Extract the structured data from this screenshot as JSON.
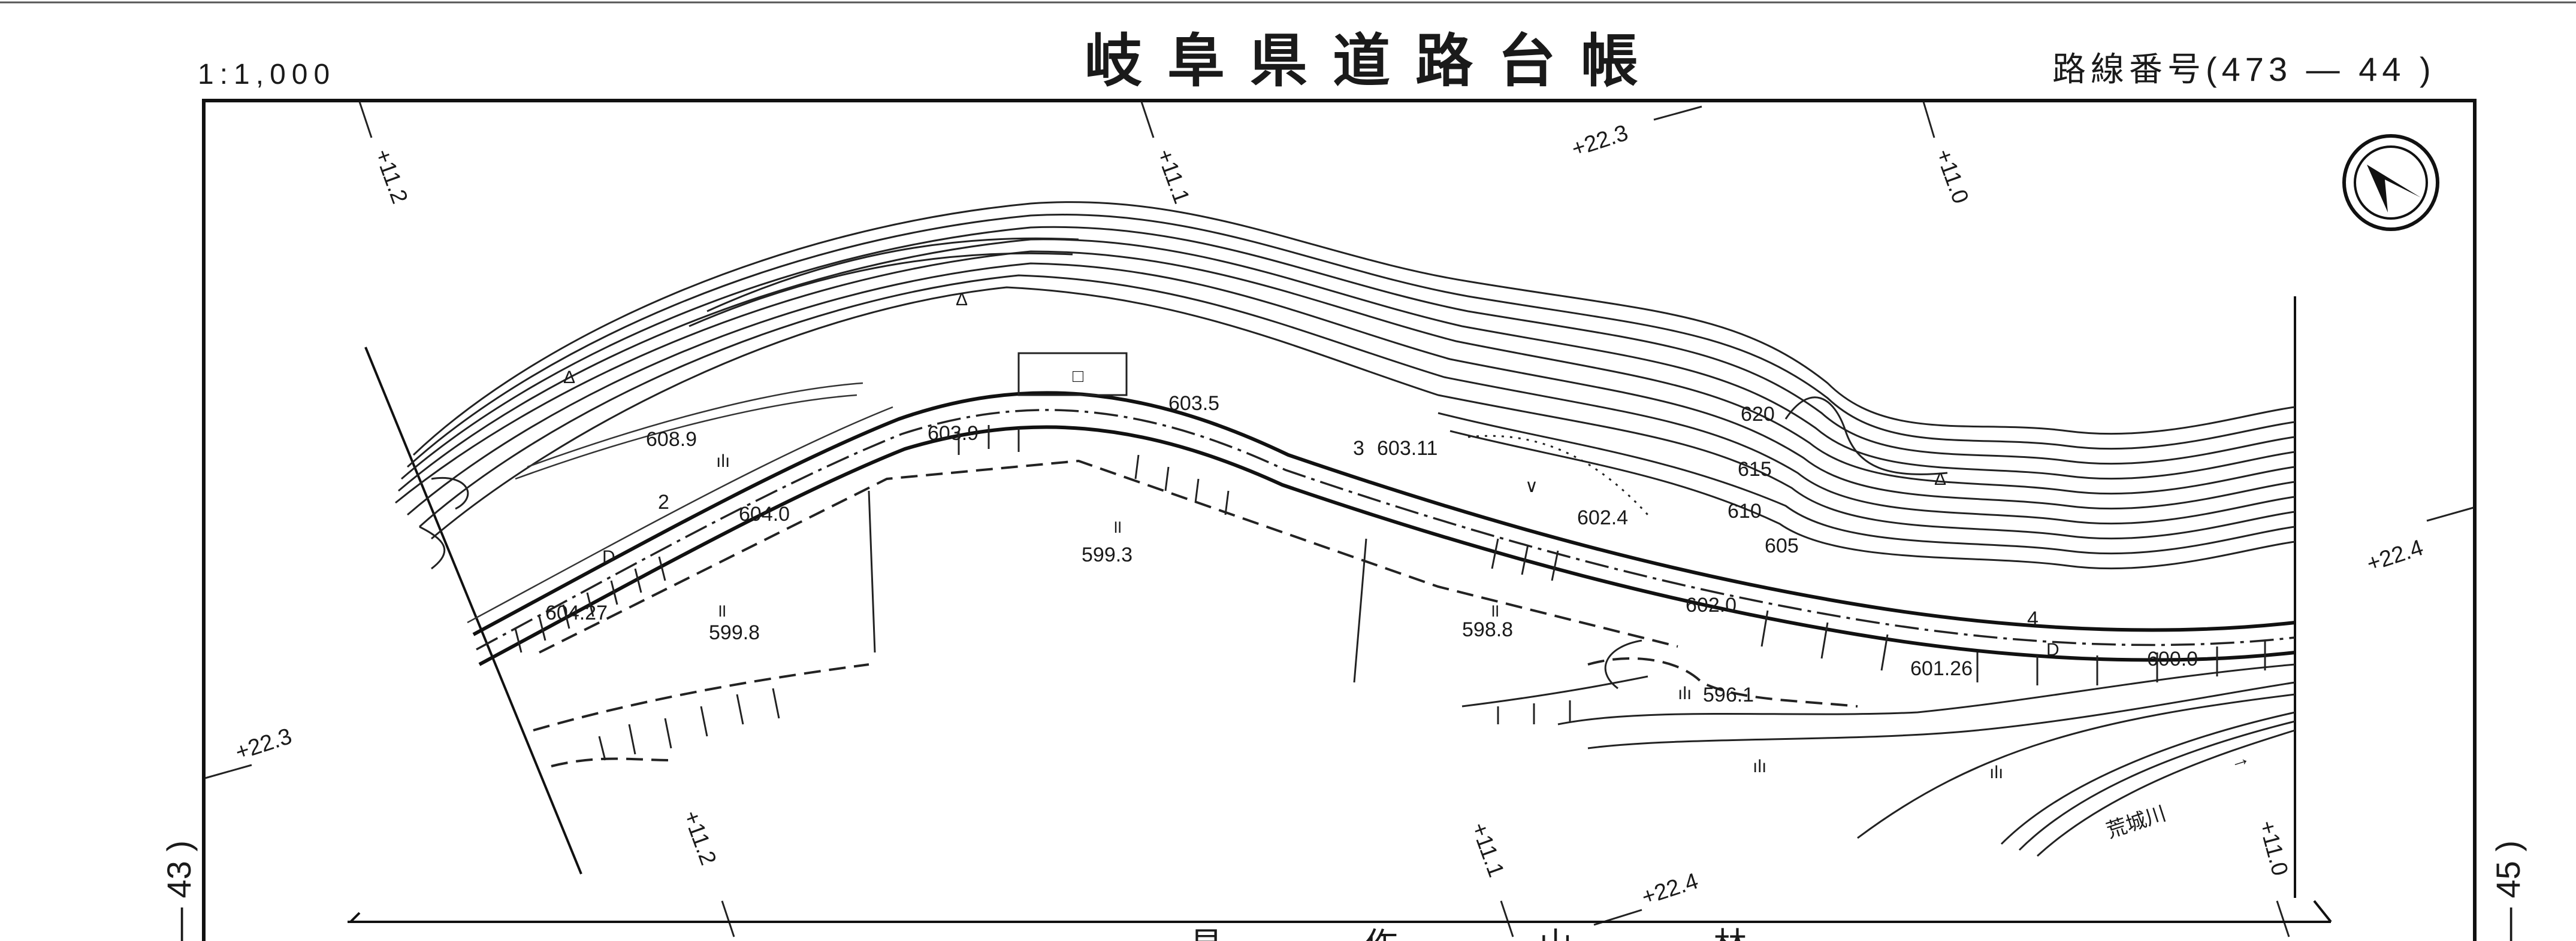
{
  "header": {
    "title": "岐阜県道路台帳",
    "scale": "1:1,000",
    "route_label": "路線番号(473 — 44 )"
  },
  "side_labels": {
    "left": "— 43 )",
    "right": "— 45 )"
  },
  "north_arrow": {
    "icon": "north-arrow-icon"
  },
  "grid_labels": {
    "top_left": "+11.2",
    "top_mid": "+11.1",
    "top_right_a": "+22.3",
    "top_right_b": "+11.0",
    "right_mid": "+22.4",
    "left_mid": "+22.3",
    "bottom_left": "+11.2",
    "bottom_mid": "+11.1",
    "bottom_right_a": "+22.4",
    "bottom_right_b": "+11.0"
  },
  "elevations": {
    "e1": "608.9",
    "e2": "603.9",
    "e3": "603.5",
    "e4": "603.11",
    "e5": "604.0",
    "e6": "602.4",
    "e7": "604.27",
    "e8": "599.8",
    "e9": "599.3",
    "e10": "598.8",
    "e11": "602.0",
    "e12": "596.1",
    "e13": "601.26",
    "e14": "600.0"
  },
  "contour_labels": {
    "c620": "620",
    "c615": "615",
    "c610": "610",
    "c605": "605"
  },
  "section_numbers": {
    "n2": "2",
    "n3": "3",
    "n4": "4"
  },
  "symbols": {
    "paddy_a": "॥",
    "paddy_b": "॥",
    "paddy_c": "॥",
    "farm_a": "ılı",
    "farm_b": "ılı",
    "farm_c": "ılı",
    "farm_d": "ılı",
    "forest_a": "Δ",
    "forest_b": "Δ",
    "forest_c": "Δ",
    "check": "∨",
    "d_a": "D",
    "d_b": "D",
    "box": "□"
  },
  "river": {
    "name": "荒城川",
    "flow_arrow": "→"
  },
  "bottom_text": "見 作 山 林"
}
